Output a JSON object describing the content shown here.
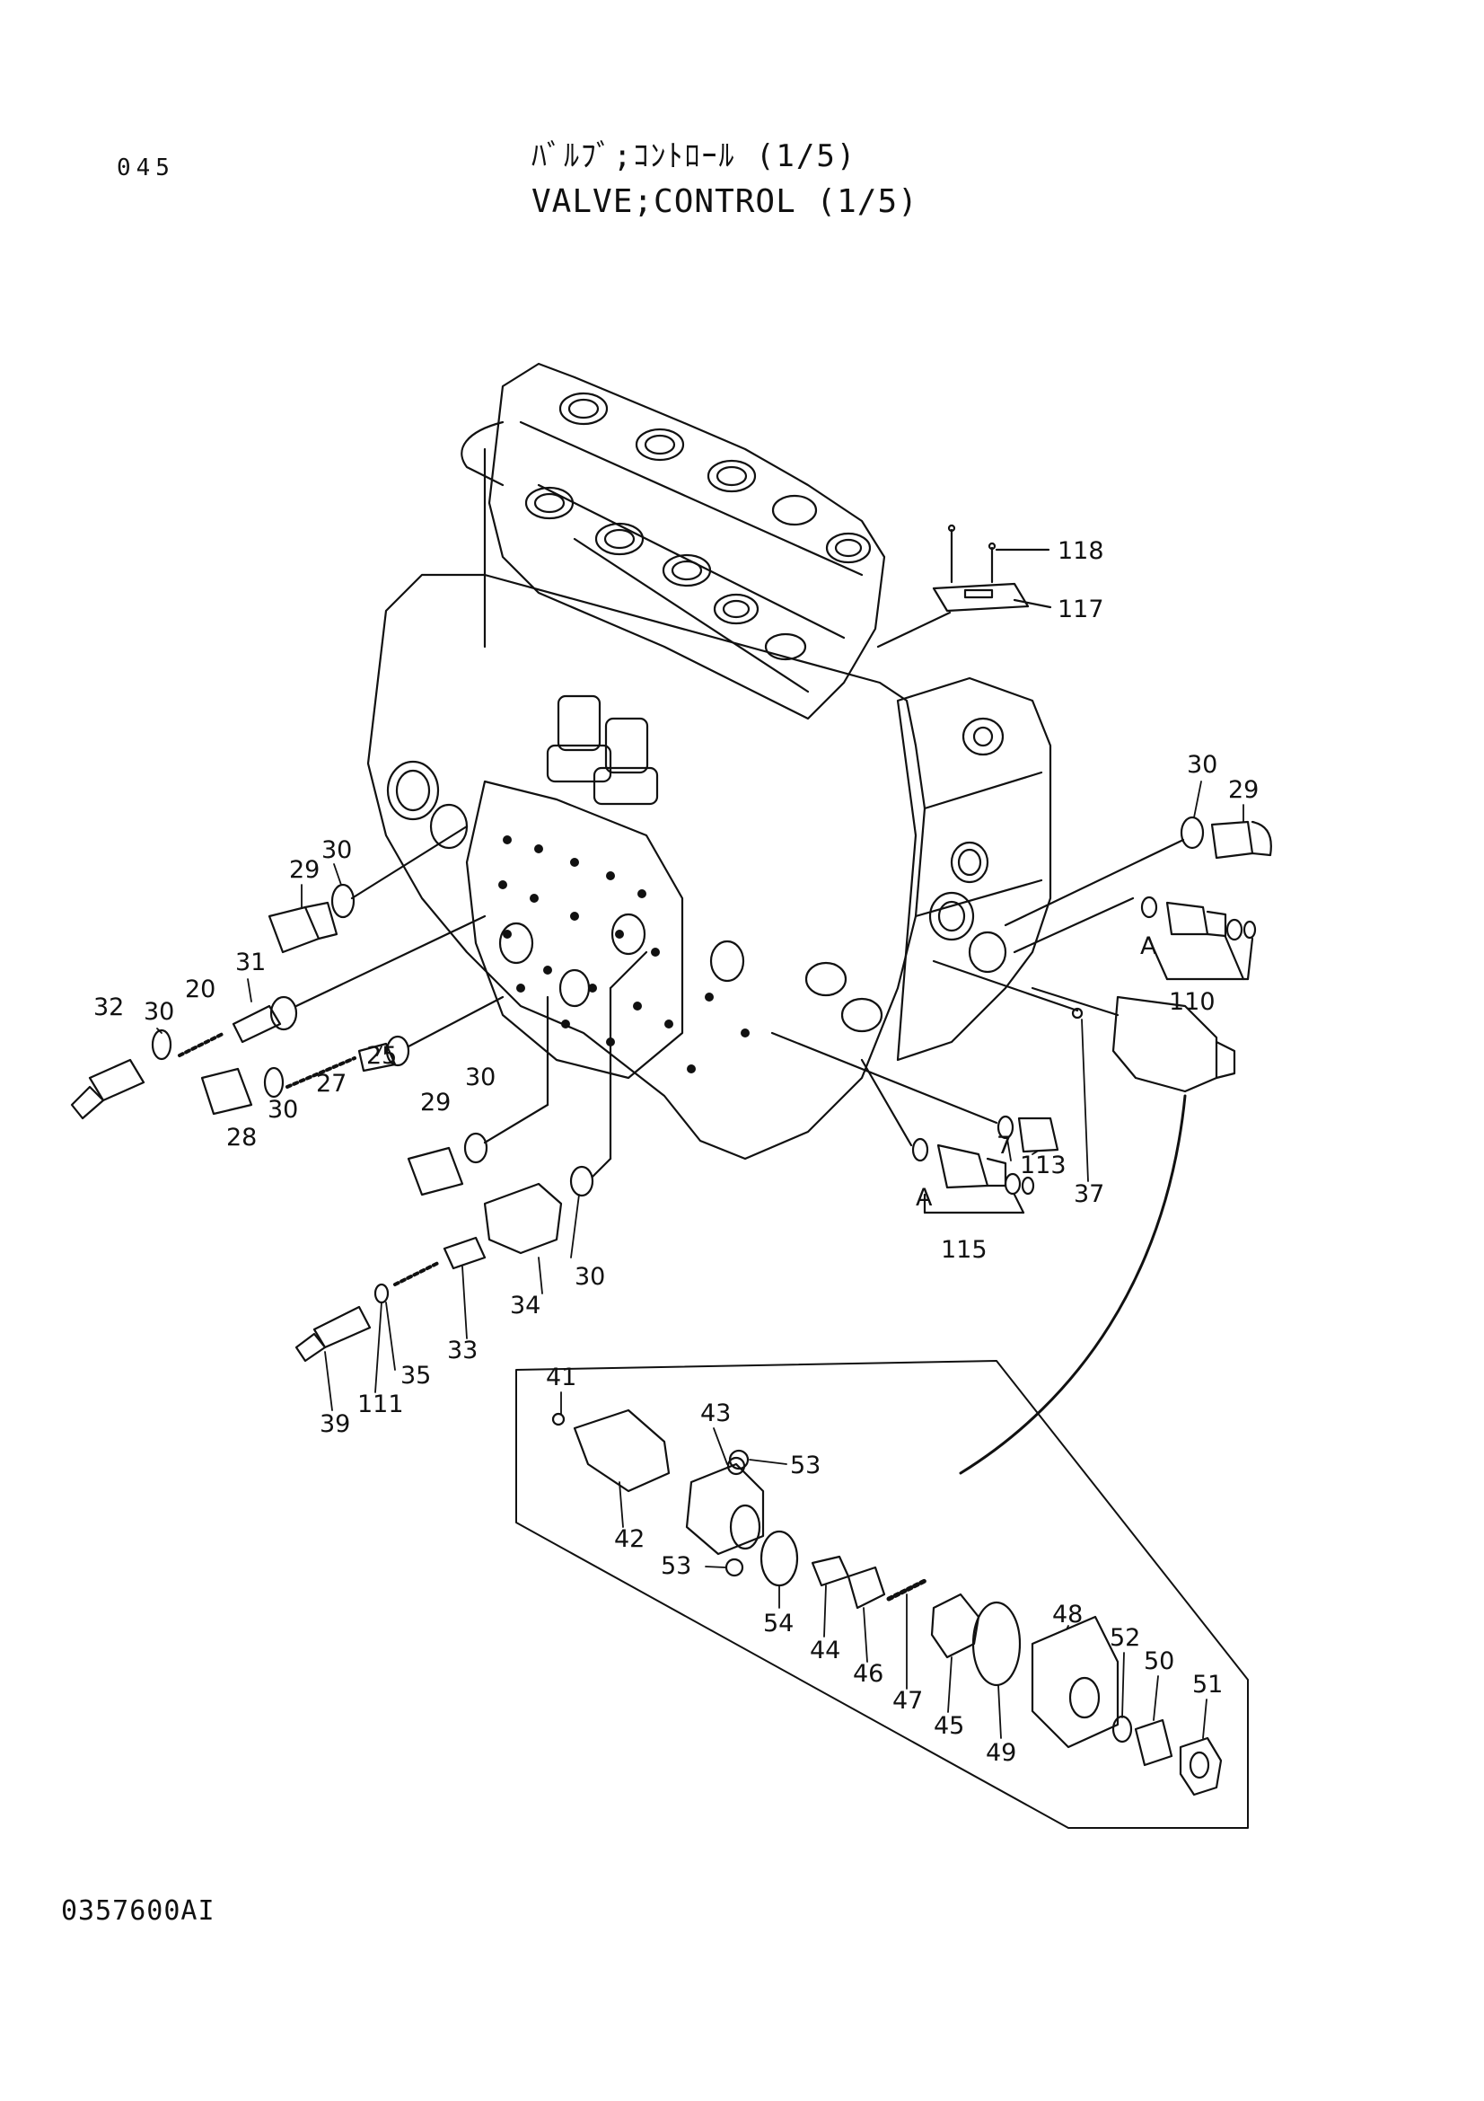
{
  "header": {
    "page_number": "045",
    "title_jp": "ﾊﾞﾙﾌﾞ;ｺﾝﾄﾛｰﾙ (1/5)",
    "title_en": "VALVE;CONTROL (1/5)"
  },
  "footer": {
    "drawing_code": "0357600AI"
  },
  "callouts": {
    "c118": "118",
    "c117": "117",
    "c30a": "30",
    "c29a": "29",
    "c110": "110",
    "cA1": "A",
    "c29b": "29",
    "c30b": "30",
    "c31": "31",
    "c20": "20",
    "c30c": "30",
    "c32": "32",
    "c25": "25",
    "c27": "27",
    "c30d": "30",
    "c28": "28",
    "c29c": "29",
    "c30e": "30",
    "c7": "7",
    "c113": "113",
    "c37": "37",
    "cA2": "A",
    "c115": "115",
    "c30f": "30",
    "c34": "34",
    "c33": "33",
    "c35": "35",
    "c111": "111",
    "c39": "39",
    "c41": "41",
    "c43": "43",
    "c53a": "53",
    "c42": "42",
    "c53b": "53",
    "c54": "54",
    "c44": "44",
    "c46": "46",
    "c47": "47",
    "c45": "45",
    "c48": "48",
    "c49": "49",
    "c52": "52",
    "c50": "50",
    "c51": "51"
  }
}
